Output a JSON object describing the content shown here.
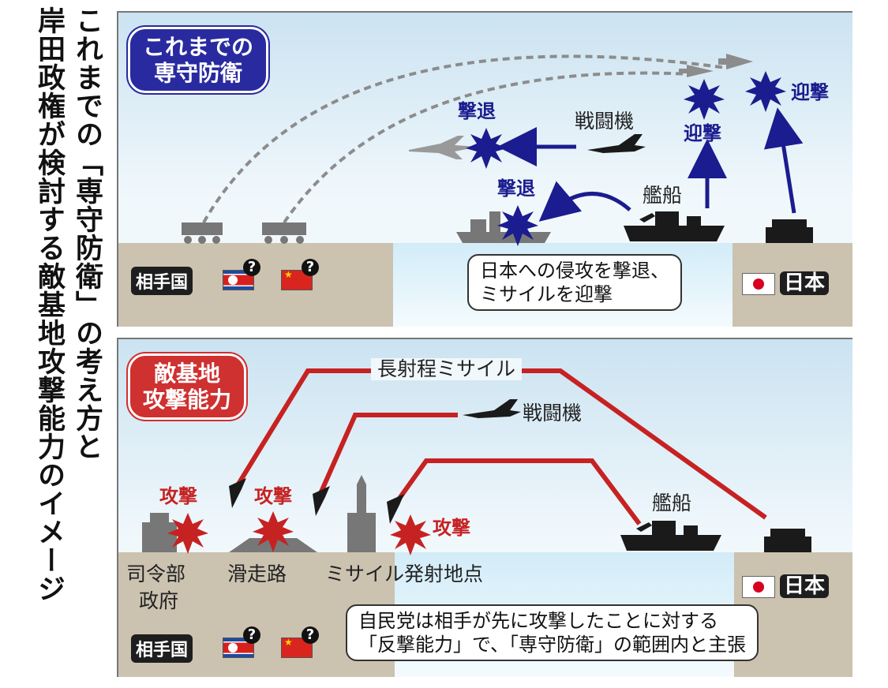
{
  "title": {
    "line1": "これまでの「専守防衛」の考え方と",
    "line2": "岸田政権が検討する敵基地攻撃能力のイメージ"
  },
  "top_panel": {
    "heading_line1": "これまでの",
    "heading_line2": "専守防衛",
    "labels": {
      "repel_air": "撃退",
      "fighter": "戦闘機",
      "intercept_ship": "迎撃",
      "intercept_land": "迎撃",
      "repel_sea": "撃退",
      "warship": "艦船"
    },
    "enemy_tag": "相手国",
    "japan_tag": "日本",
    "callout_line1": "日本への侵攻を撃退、",
    "callout_line2": "ミサイルを迎撃"
  },
  "bottom_panel": {
    "heading_line1": "敵基地",
    "heading_line2": "攻撃能力",
    "labels": {
      "long_range_missile": "長射程ミサイル",
      "fighter": "戦闘機",
      "attack1": "攻撃",
      "attack2": "攻撃",
      "attack3": "攻撃",
      "warship": "艦船",
      "hq": "司令部",
      "government": "政府",
      "runway": "滑走路",
      "launch_site": "ミサイル発射地点"
    },
    "enemy_tag": "相手国",
    "japan_tag": "日本",
    "callout_line1": "自民党は相手が先に攻撃したことに対する",
    "callout_line2": "「反撃能力」で、「専守防衛」の範囲内と主張"
  },
  "question_mark": "?",
  "colors": {
    "blue_arrow": "#1b1c8f",
    "red_arrow": "#c62222",
    "dashed_trail": "#8c8c8c",
    "silhouette": "#1a1a1a"
  }
}
